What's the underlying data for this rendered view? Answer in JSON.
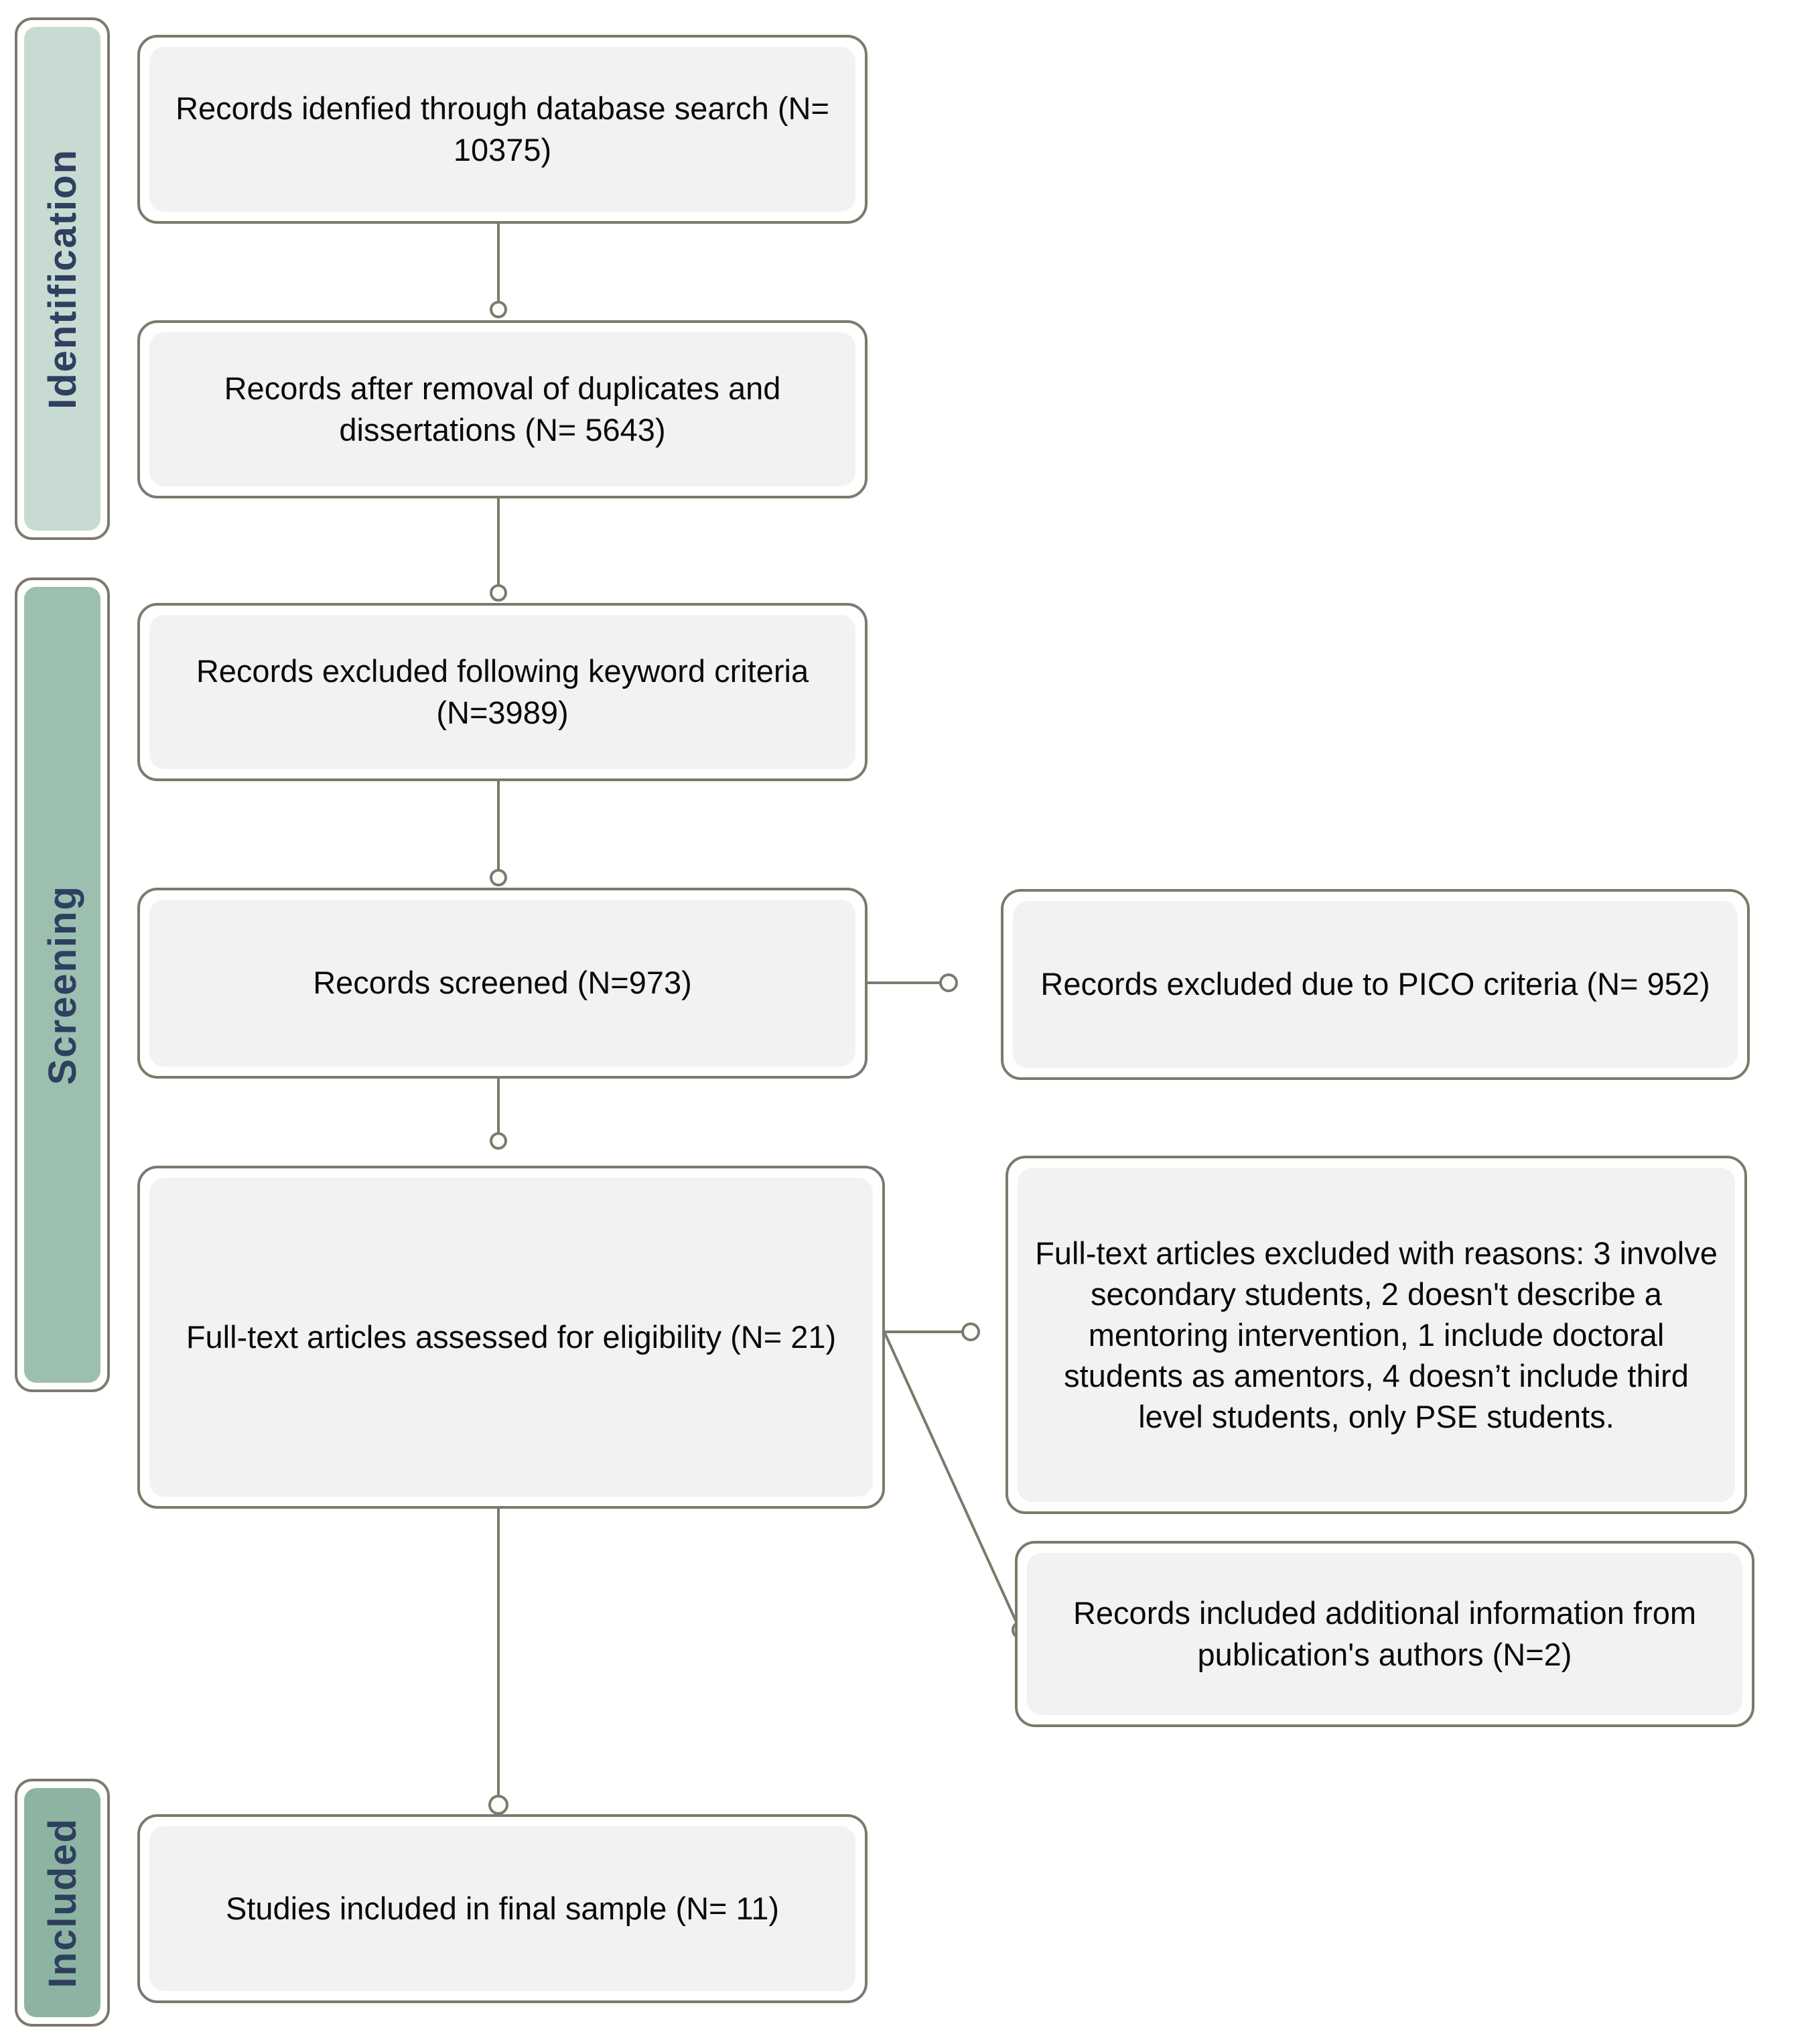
{
  "diagram": {
    "type": "prisma-flow-diagram",
    "colors": {
      "band_identification_fill": "#c8dbd2",
      "band_screening_fill": "#9dbfaf",
      "band_included_fill": "#8db4a2",
      "band_text": "#2e3f5f",
      "node_fill": "#f2f2f2",
      "node_border": "#7a7a6d",
      "connector": "#7a7a6d",
      "page_background": "#ffffff"
    },
    "bands": [
      {
        "id": "identification",
        "label": "Identification"
      },
      {
        "id": "screening",
        "label": "Screening"
      },
      {
        "id": "included",
        "label": "Included"
      }
    ],
    "nodes": [
      {
        "id": "records-identified",
        "text": "Records idenfied through database search (N= 10375)"
      },
      {
        "id": "records-after-duplicates",
        "text": "Records after removal of duplicates and dissertations (N= 5643)"
      },
      {
        "id": "records-excluded-keyword",
        "text": "Records excluded following keyword criteria (N=3989)"
      },
      {
        "id": "records-screened",
        "text": "Records screened (N=973)"
      },
      {
        "id": "records-excluded-pico",
        "text": "Records excluded due to PICO criteria (N= 952)"
      },
      {
        "id": "fulltext-assessed",
        "text": "Full-text articles assessed for eligibility (N= 21)"
      },
      {
        "id": "fulltext-excluded-reasons",
        "text": "Full-text articles excluded with reasons: 3 involve secondary students, 2 doesn't describe a mentoring intervention, 1 include doctoral students as amentors, 4 doesn’t include third level students, only PSE students."
      },
      {
        "id": "records-additional-info",
        "text": "Records included additional information from publication's authors (N=2)"
      },
      {
        "id": "studies-included",
        "text": "Studies included in final sample (N= 11)"
      }
    ],
    "counts": {
      "records_identified": 10375,
      "records_after_duplicates": 5643,
      "records_excluded_keyword": 3989,
      "records_screened": 973,
      "records_excluded_pico": 952,
      "fulltext_assessed": 21,
      "records_additional_info": 2,
      "studies_included": 11
    },
    "exclusion_reasons": [
      {
        "count": 3,
        "reason": "involve secondary students"
      },
      {
        "count": 2,
        "reason": "doesn't describe a mentoring intervention"
      },
      {
        "count": 1,
        "reason": "include doctoral students as amentors"
      },
      {
        "count": 4,
        "reason": "doesn’t include third level students, only PSE students."
      }
    ],
    "edges": [
      {
        "from": "records-identified",
        "to": "records-after-duplicates",
        "kind": "vertical"
      },
      {
        "from": "records-after-duplicates",
        "to": "records-excluded-keyword",
        "kind": "vertical"
      },
      {
        "from": "records-excluded-keyword",
        "to": "records-screened",
        "kind": "vertical"
      },
      {
        "from": "records-screened",
        "to": "records-excluded-pico",
        "kind": "horizontal"
      },
      {
        "from": "records-screened",
        "to": "fulltext-assessed",
        "kind": "vertical"
      },
      {
        "from": "fulltext-assessed",
        "to": "fulltext-excluded-reasons",
        "kind": "horizontal"
      },
      {
        "from": "fulltext-assessed",
        "to": "records-additional-info",
        "kind": "diagonal"
      },
      {
        "from": "fulltext-assessed",
        "to": "studies-included",
        "kind": "vertical"
      }
    ]
  }
}
